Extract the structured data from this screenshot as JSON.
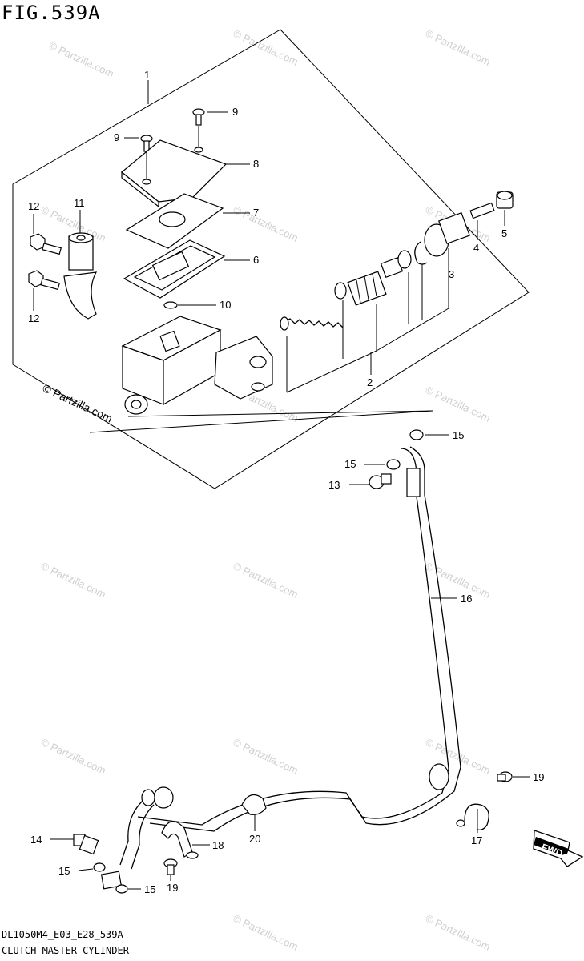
{
  "figure": {
    "title": "FIG.539A",
    "code": "DL1050M4_E03_E28_539A",
    "name": "CLUTCH MASTER CYLINDER",
    "watermark": "© Partzilla.com"
  },
  "callouts": {
    "c1": "1",
    "c2": "2",
    "c3": "3",
    "c4": "4",
    "c5": "5",
    "c6": "6",
    "c7": "7",
    "c8": "8",
    "c9a": "9",
    "c9b": "9",
    "c10": "10",
    "c11": "11",
    "c12a": "12",
    "c12b": "12",
    "c13": "13",
    "c14": "14",
    "c15a": "15",
    "c15b": "15",
    "c15c": "15",
    "c15d": "15",
    "c16": "16",
    "c17": "17",
    "c18": "18",
    "c19a": "19",
    "c19b": "19",
    "c20": "20"
  },
  "direction_badge": "FWD"
}
